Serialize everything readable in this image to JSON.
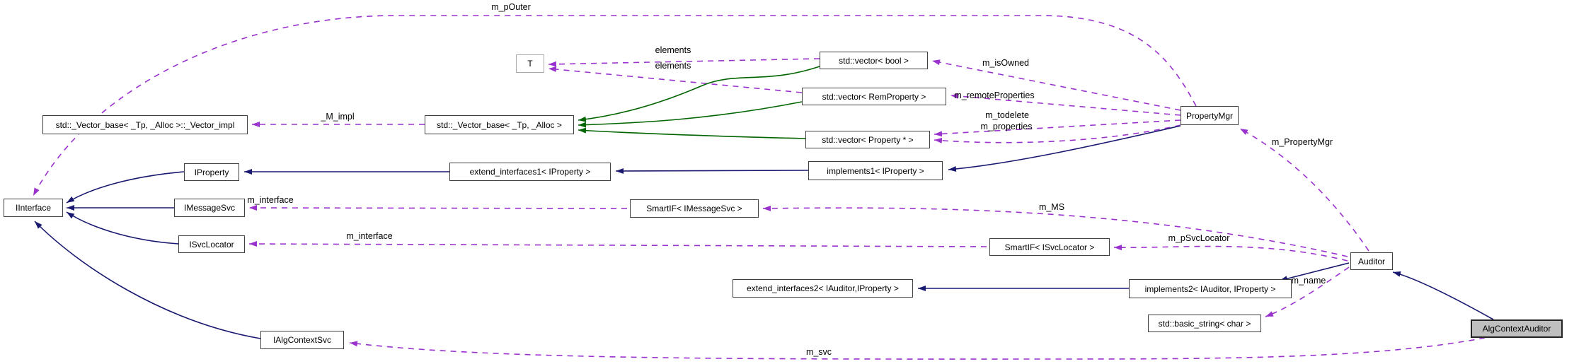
{
  "colors": {
    "inheritance": "#191970",
    "usage": "#9a32cd",
    "template_relation": "#006400",
    "selected_node_fill": "#bfbfbf",
    "node_border": "#404040"
  },
  "nodes": {
    "t": {
      "label": "T"
    },
    "vector_bool": {
      "label": "std::vector< bool >"
    },
    "vector_remproperty": {
      "label": "std::vector< RemProperty >"
    },
    "vector_property_ptr": {
      "label": "std::vector< Property * >"
    },
    "vector_base_impl": {
      "label": "std::_Vector_base< _Tp, _Alloc >::_Vector_impl"
    },
    "vector_base": {
      "label": "std::_Vector_base< _Tp, _Alloc >"
    },
    "property_mgr": {
      "label": "PropertyMgr"
    },
    "iinterface": {
      "label": "IInterface"
    },
    "iproperty": {
      "label": "IProperty"
    },
    "imessagesvc": {
      "label": "IMessageSvc"
    },
    "isvclocator": {
      "label": "ISvcLocator"
    },
    "ialgcontextsvc": {
      "label": "IAlgContextSvc"
    },
    "extend_interfaces1": {
      "label": "extend_interfaces1< IProperty >"
    },
    "implements1": {
      "label": "implements1< IProperty >"
    },
    "smartif_imessagesvc": {
      "label": "SmartIF< IMessageSvc >"
    },
    "smartif_isvclocator": {
      "label": "SmartIF< ISvcLocator >"
    },
    "extend_interfaces2": {
      "label": "extend_interfaces2< IAuditor,IProperty >"
    },
    "implements2": {
      "label": "implements2< IAuditor, IProperty >"
    },
    "basic_string": {
      "label": "std::basic_string< char >"
    },
    "auditor": {
      "label": "Auditor"
    },
    "alg_context_auditor": {
      "label": "AlgContextAuditor"
    }
  },
  "edge_labels": {
    "m_pOuter": "m_pOuter",
    "elements_bool": "elements",
    "elements_remproperty": "elements",
    "m_isOwned": "m_isOwned",
    "m_remoteProperties": "m_remoteProperties",
    "m_todelete": "m_todelete",
    "m_properties": "m_properties",
    "M_impl": "_M_impl",
    "m_interface_imessagesvc": "m_interface",
    "m_interface_isvclocator": "m_interface",
    "m_MS": "m_MS",
    "m_pSvcLocator": "m_pSvcLocator",
    "m_PropertyMgr": "m_PropertyMgr",
    "m_name": "m_name",
    "m_svc": "m_svc"
  }
}
